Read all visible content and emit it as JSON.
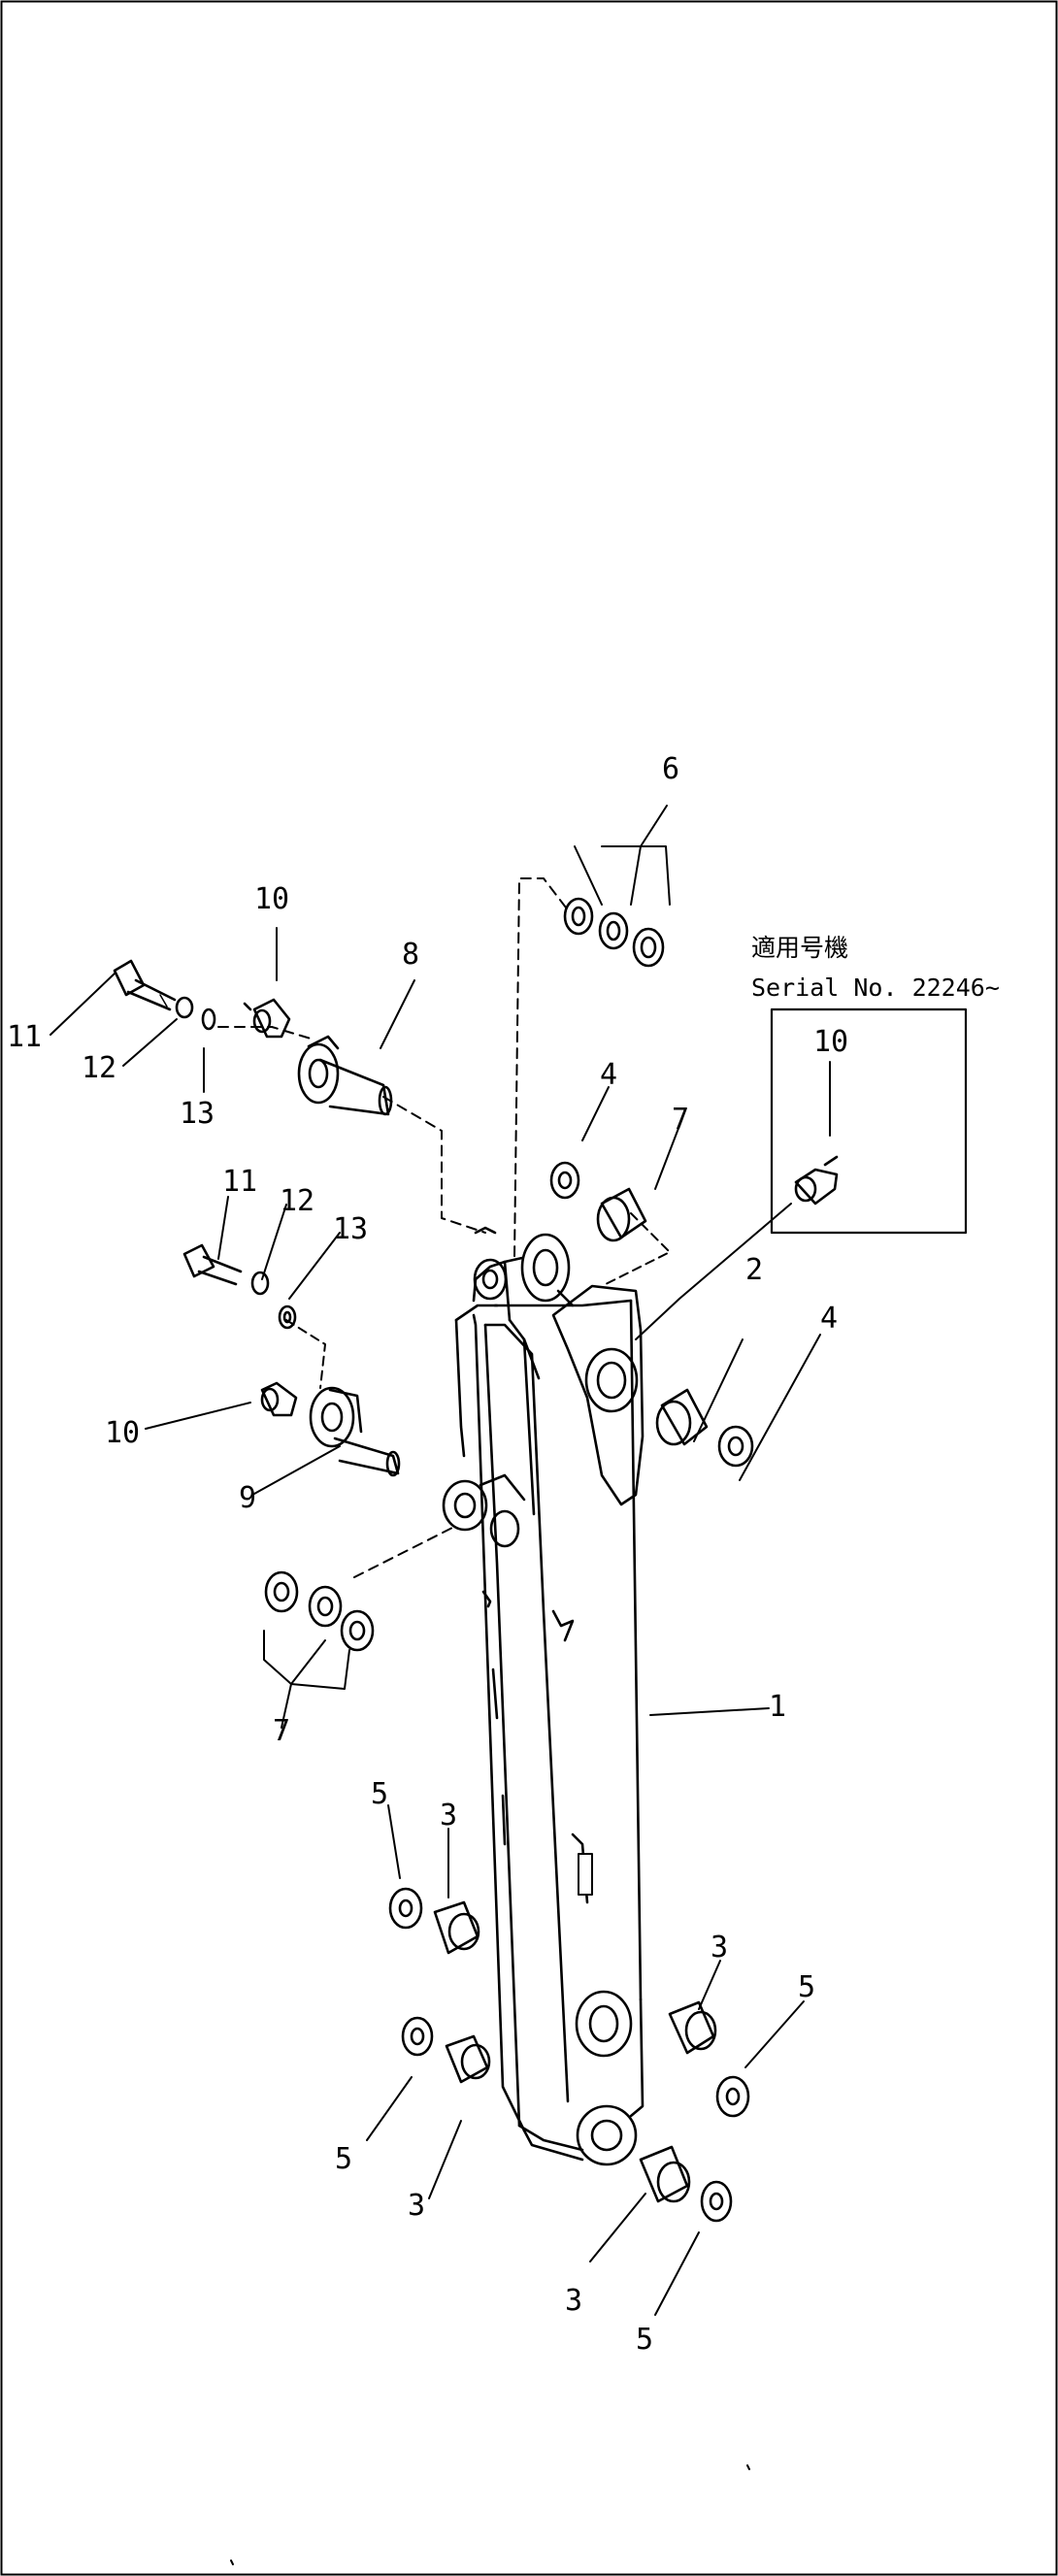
{
  "diagram": {
    "serial_note": {
      "line1": "適用号機",
      "line2": "Serial No. 22246~"
    },
    "callouts": {
      "c1": "1",
      "c2": "2",
      "c3a": "3",
      "c3b": "3",
      "c3c": "3",
      "c3d": "3",
      "c4a": "4",
      "c4b": "4",
      "c5a": "5",
      "c5b": "5",
      "c5c": "5",
      "c5d": "5",
      "c6": "6",
      "c7a": "7",
      "c7b": "7",
      "c8": "8",
      "c9": "9",
      "c10a": "10",
      "c10b": "10",
      "c10c": "10",
      "c11a": "11",
      "c11b": "11",
      "c12a": "12",
      "c12b": "12",
      "c13a": "13",
      "c13b": "13"
    }
  }
}
